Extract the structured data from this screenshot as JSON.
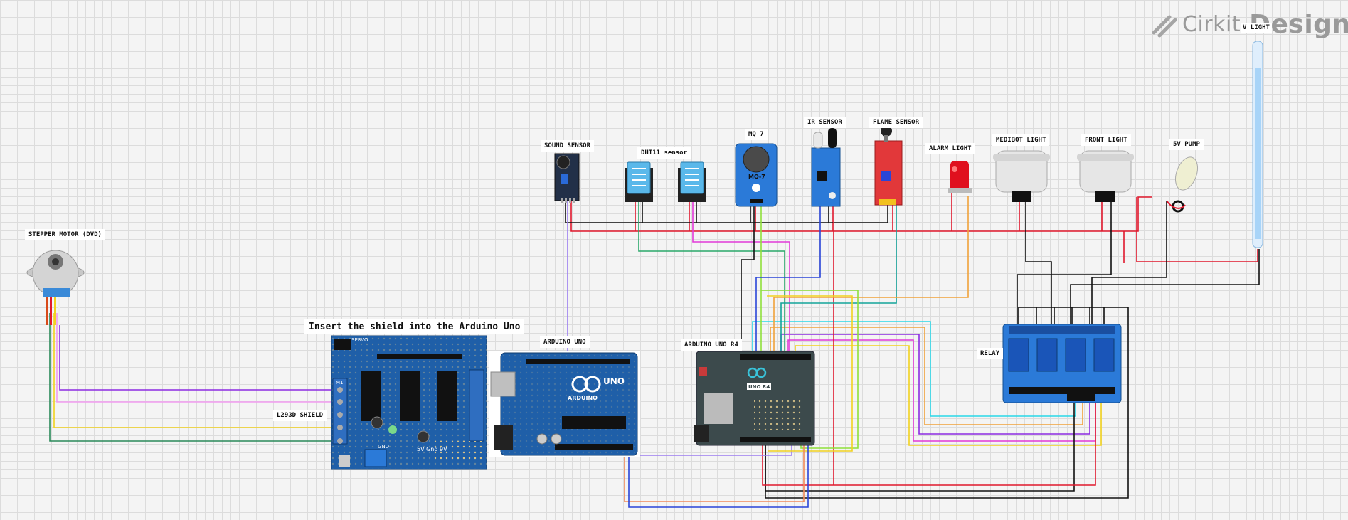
{
  "brand": {
    "name": "Cirkit",
    "product": "Designer",
    "icon": "cirkit-logo-icon"
  },
  "labels": {
    "stepper_motor": "STEPPER MOTOR (DVD)",
    "shield_note": "Insert the shield into the Arduino Uno",
    "l293d_shield": "L293D SHIELD",
    "arduino_uno": "ARDUINO UNO",
    "arduino_uno_r4": "ARDUINO UNO R4",
    "sound_sensor": "SOUND SENSOR",
    "dht11": "DHT11 sensor",
    "mq7": "MQ_7",
    "ir_sensor": "IR SENSOR",
    "flame_sensor": "FLAME SENSOR",
    "alarm_light": "ALARM LIGHT",
    "medibot_light": "MEDIBOT LIGHT",
    "front_light": "FRONT LIGHT",
    "pump": "5V PUMP",
    "uv_light": "V LIGHT",
    "relay": "RELAY"
  },
  "board_text": {
    "uno_logo": "UNO",
    "uno_brand": "ARDUINO",
    "mq7_chip": "MQ-7",
    "shield_servo": "SERVO",
    "shield_m1": "M1",
    "shield_gnd": "GND",
    "shield_power": "5V Gnd 9V",
    "r4_name": "UNO R4"
  },
  "colors": {
    "wire_red": "#e0182d",
    "wire_black": "#111111",
    "wire_green": "#2aa86a",
    "wire_teal": "#13a39a",
    "wire_purple": "#8b2be2",
    "wire_violet": "#9b7cf0",
    "wire_magenta": "#e23ad8",
    "wire_yellow": "#f2d21e",
    "wire_orange": "#f0a23a",
    "wire_lime": "#8fe03a",
    "wire_cyan": "#2ad8e8",
    "wire_blue": "#2a45d8",
    "wire_salmon": "#f08a5a",
    "board_blue": "#1f5fa8",
    "board_dark": "#3c4a4c",
    "sensor_blue": "#5ab8ea",
    "flame_red": "#e2383a"
  }
}
